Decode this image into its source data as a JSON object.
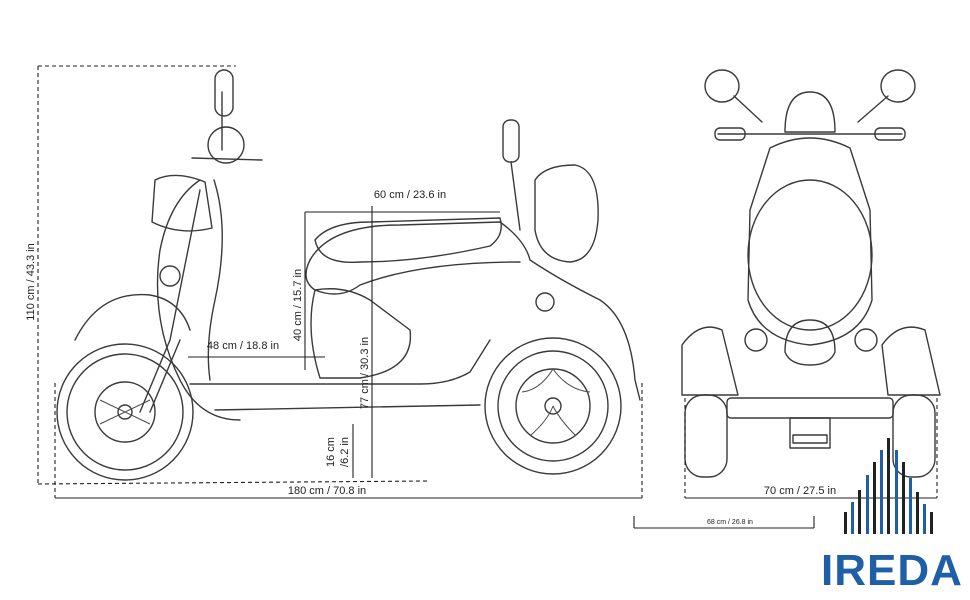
{
  "dimensions": {
    "height_total": "110 cm / 43.3 in",
    "seat_length": "60 cm / 23.6 in",
    "backrest_height": "40 cm / 15.7 in",
    "floor_length": "48 cm / 18.8 in",
    "seat_height": "77 cm / 30.3 in",
    "clearance_line1": "16 cm",
    "clearance_line2": "/6.2 in",
    "length_total": "180 cm / 70.8 in",
    "width_total": "70 cm / 27.5 in",
    "rear_track": "68 cm / 26.8 in"
  },
  "brand": {
    "name": "IREDA",
    "color_primary": "#1f5fa8",
    "color_secondary": "#222222"
  }
}
